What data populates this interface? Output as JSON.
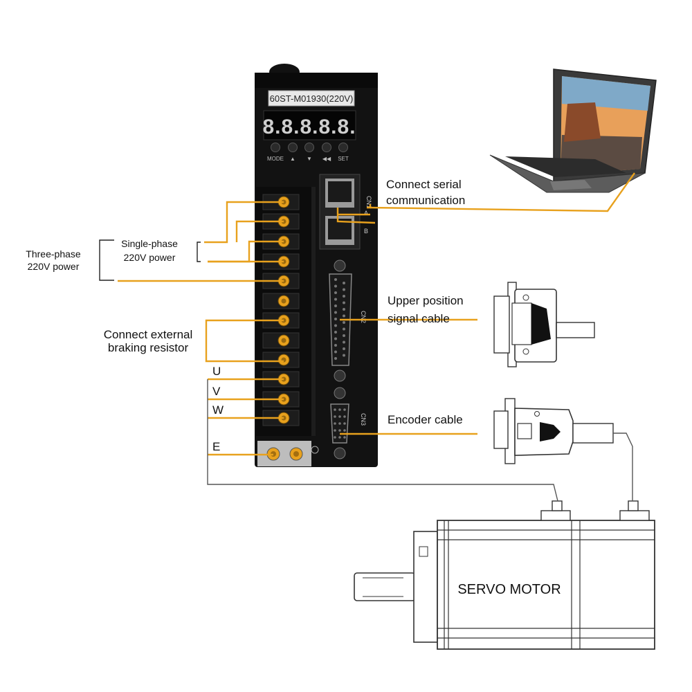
{
  "drive": {
    "model": "60ST-M01930(220V)",
    "display": "8.8.8.8.8.",
    "keys": [
      "MODE",
      "▲",
      "▼",
      "◀◀",
      "SET"
    ],
    "ports": {
      "cn1": "CN1",
      "cn1_a": "A",
      "cn1_b": "B",
      "cn2": "CN2",
      "cn3": "CN3"
    }
  },
  "labels": {
    "serial": [
      "Connect serial",
      "communication"
    ],
    "three_phase": [
      "Three-phase",
      "220V power"
    ],
    "single_phase": [
      "Single-phase",
      "220V power"
    ],
    "brake": [
      "Connect external",
      "braking resistor"
    ],
    "upper": [
      "Upper position",
      "signal cable"
    ],
    "encoder": "Encoder cable",
    "u": "U",
    "v": "V",
    "w": "W",
    "e": "E",
    "motor": "SERVO  MOTOR"
  },
  "colors": {
    "wire": "#e8a11d",
    "drive_body": "#111111",
    "terminal": "#e8a11d"
  }
}
